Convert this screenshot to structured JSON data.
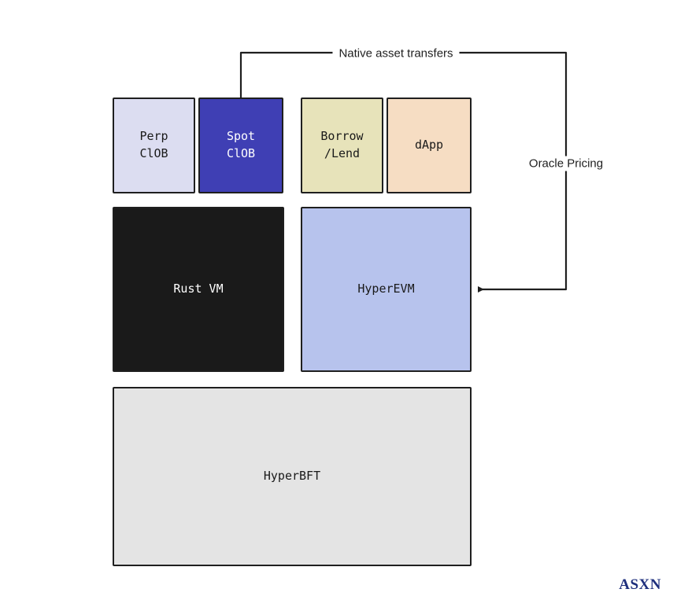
{
  "colors": {
    "background": "#ffffff",
    "border": "#1f1f1f",
    "connector_line": "#1f1f1f",
    "perp_clob_bg": "#dcddf1",
    "spot_clob_bg": "#3f3fb4",
    "borrow_lend_bg": "#e7e3ba",
    "dapp_bg": "#f6ddc3",
    "rust_vm_bg": "#1a1a1a",
    "hyperevm_bg": "#b7c3ed",
    "hyperbft_bg": "#e4e4e4",
    "logo_color": "#1e2f7d"
  },
  "boxes": {
    "perp_clob": "Perp\nClOB",
    "spot_clob": "Spot\nClOB",
    "borrow_lend": "Borrow\n/Lend",
    "dapp": "dApp",
    "rust_vm": "Rust VM",
    "hyperevm": "HyperEVM",
    "hyperbft": "HyperBFT"
  },
  "labels": {
    "native_asset_transfers": "Native asset transfers",
    "oracle_pricing": "Oracle Pricing"
  },
  "logo": "ASXN"
}
